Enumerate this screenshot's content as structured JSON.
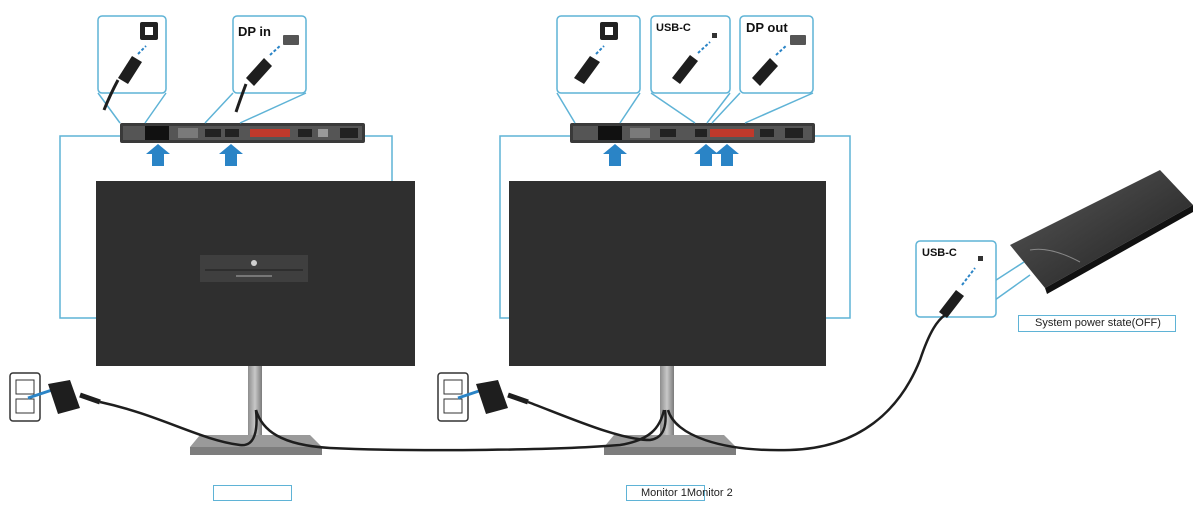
{
  "callouts": {
    "monitor1_dp": "DP in",
    "monitor2_usbc": "USB-C",
    "monitor2_dp": "DP out",
    "laptop_usbc": "USB-C"
  },
  "captions": {
    "monitor1": "",
    "monitor2": "Monitor 1Monitor 2",
    "laptop_state": "System power state(OFF)"
  },
  "colors": {
    "callout_border": "#5fb3d6",
    "arrow": "#2a84c6",
    "monitor": "#2f2f2f",
    "panel": "#3a3a3a",
    "port_red": "#c0392b"
  },
  "icons": [
    "power-plug-icon",
    "power-socket-icon",
    "displayport-plug-icon",
    "displayport-port-icon",
    "usb-c-plug-icon",
    "usb-c-port-icon",
    "wall-outlet-icon",
    "laptop-icon"
  ]
}
